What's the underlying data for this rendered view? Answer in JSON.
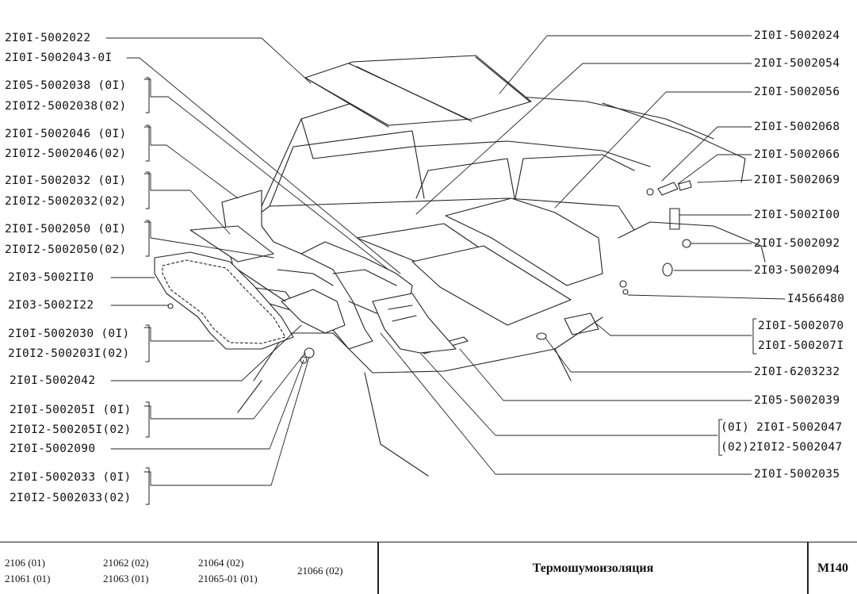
{
  "labels_left": [
    {
      "id": "l1",
      "text": "2I0I-5002022"
    },
    {
      "id": "l2",
      "text": "2I0I-5002043-0I"
    },
    {
      "id": "l3a",
      "text": "2I05-5002038 (0I)"
    },
    {
      "id": "l3b",
      "text": "2I0I2-5002038(02)"
    },
    {
      "id": "l4a",
      "text": "2I0I-5002046 (0I)"
    },
    {
      "id": "l4b",
      "text": "2I0I2-5002046(02)"
    },
    {
      "id": "l5a",
      "text": "2I0I-5002032 (0I)"
    },
    {
      "id": "l5b",
      "text": "2I0I2-5002032(02)"
    },
    {
      "id": "l6a",
      "text": "2I0I-5002050 (0I)"
    },
    {
      "id": "l6b",
      "text": "2I0I2-5002050(02)"
    },
    {
      "id": "l7",
      "text": "2I03-5002II0"
    },
    {
      "id": "l8",
      "text": "2I03-5002I22"
    },
    {
      "id": "l9a",
      "text": "2I0I-5002030 (0I)"
    },
    {
      "id": "l9b",
      "text": "2I0I2-500203I(02)"
    },
    {
      "id": "l10",
      "text": "2I0I-5002042"
    },
    {
      "id": "l11a",
      "text": "2I0I-500205I (0I)"
    },
    {
      "id": "l11b",
      "text": "2I0I2-500205I(02)"
    },
    {
      "id": "l12",
      "text": "2I0I-5002090"
    },
    {
      "id": "l13a",
      "text": "2I0I-5002033 (0I)"
    },
    {
      "id": "l13b",
      "text": "2I0I2-5002033(02)"
    }
  ],
  "labels_right": [
    {
      "id": "r1",
      "text": "2I0I-5002024"
    },
    {
      "id": "r2",
      "text": "2I0I-5002054"
    },
    {
      "id": "r3",
      "text": "2I0I-5002056"
    },
    {
      "id": "r4",
      "text": "2I0I-5002068"
    },
    {
      "id": "r5",
      "text": "2I0I-5002066"
    },
    {
      "id": "r6",
      "text": "2I0I-5002069"
    },
    {
      "id": "r7",
      "text": "2I0I-5002I00"
    },
    {
      "id": "r8",
      "text": "2I0I-5002092"
    },
    {
      "id": "r9",
      "text": "2I03-5002094"
    },
    {
      "id": "r10",
      "text": "I4566480"
    },
    {
      "id": "r11a",
      "text": "2I0I-5002070"
    },
    {
      "id": "r11b",
      "text": "2I0I-500207I"
    },
    {
      "id": "r12",
      "text": "2I0I-6203232"
    },
    {
      "id": "r13",
      "text": "2I05-5002039"
    },
    {
      "id": "r14a",
      "text": "(0I) 2I0I-5002047"
    },
    {
      "id": "r14b",
      "text": "(02)2I0I2-5002047"
    },
    {
      "id": "r15",
      "text": "2I0I-5002035"
    }
  ],
  "footer": {
    "models": [
      {
        "id": "m1",
        "text": "2106 (01)"
      },
      {
        "id": "m2",
        "text": "21061 (01)"
      },
      {
        "id": "m3",
        "text": "21062 (02)"
      },
      {
        "id": "m4",
        "text": "21063 (01)"
      },
      {
        "id": "m5",
        "text": "21064 (02)"
      },
      {
        "id": "m6",
        "text": "21065-01 (01)"
      },
      {
        "id": "m7",
        "text": "21066 (02)"
      }
    ],
    "title": "Термошумоизоляция",
    "code": "M140"
  }
}
